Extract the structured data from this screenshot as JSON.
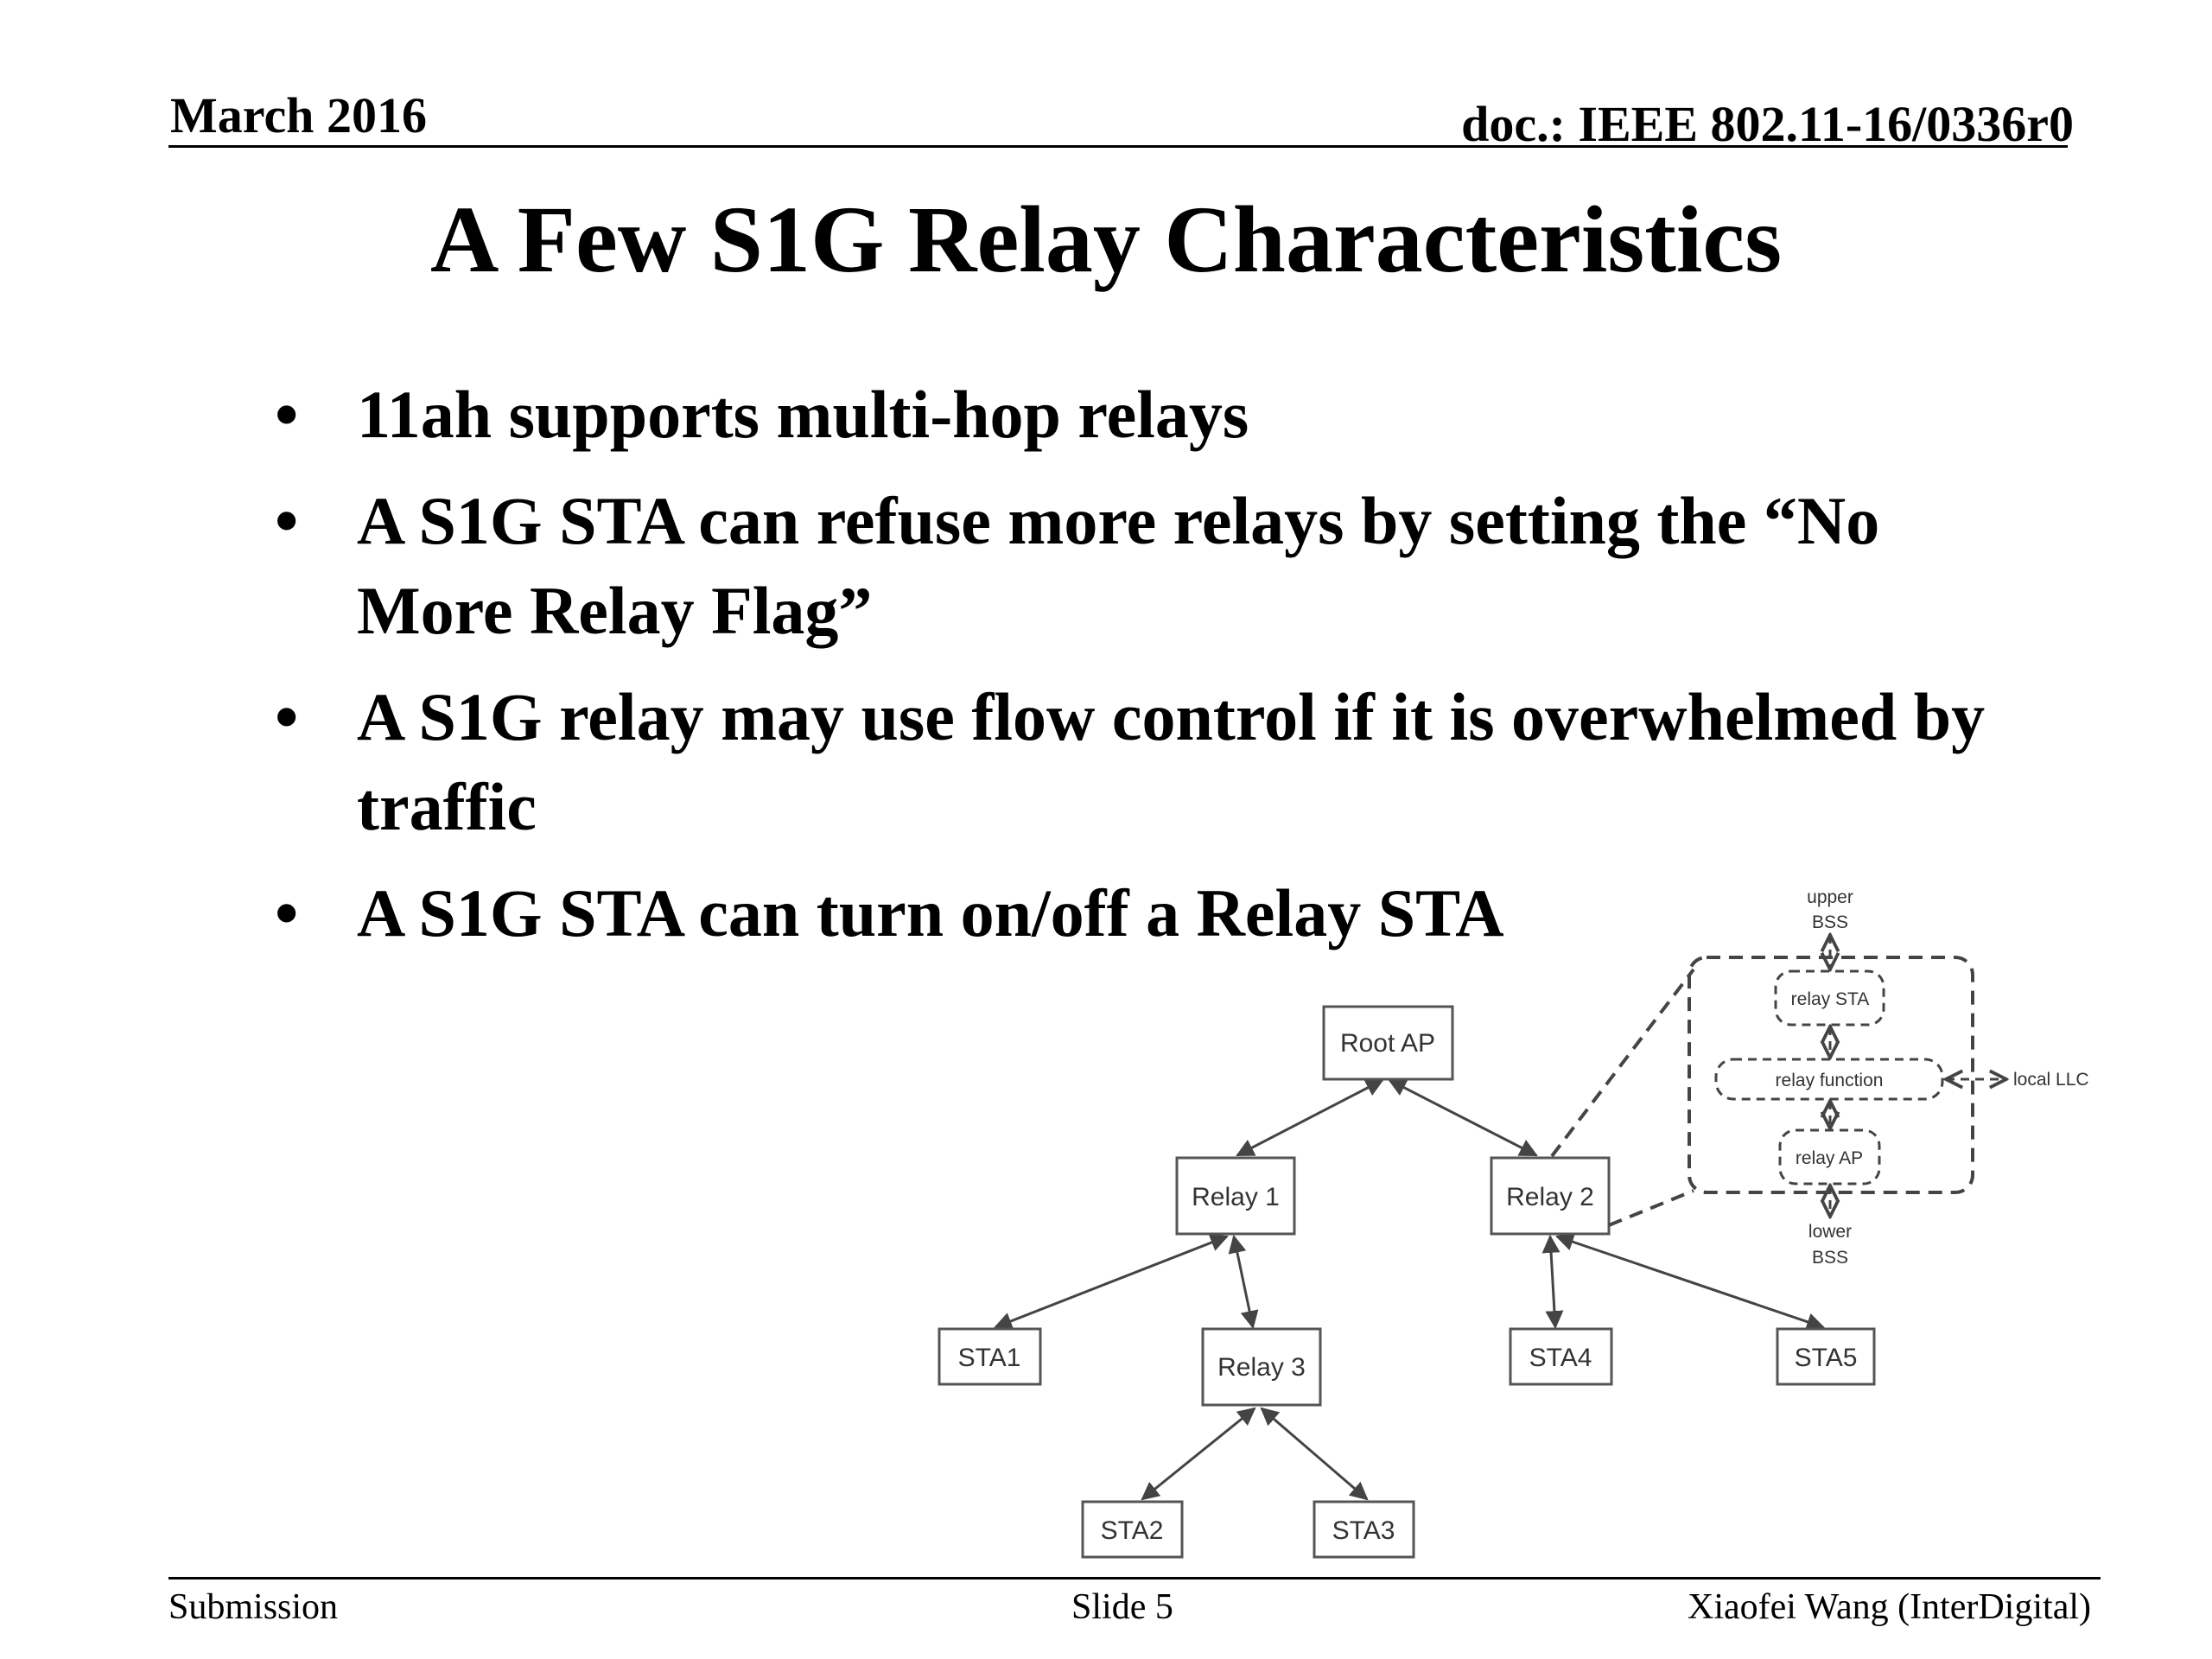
{
  "header": {
    "date": "March 2016",
    "doc_id": "doc.: IEEE 802.11-16/0336r0"
  },
  "slide": {
    "title": "A Few S1G Relay Characteristics",
    "bullet_char": "•",
    "bullets": [
      "11ah supports multi-hop relays",
      "A S1G STA can refuse more relays by setting the “No More Relay Flag”",
      "A S1G relay may use flow control if it is overwhelmed by traffic",
      "A S1G STA can turn on/off a Relay STA"
    ]
  },
  "diagram": {
    "nodes": {
      "root_ap": "Root AP",
      "relay1": "Relay 1",
      "relay2": "Relay 2",
      "relay3": "Relay 3",
      "sta1": "STA1",
      "sta2": "STA2",
      "sta3": "STA3",
      "sta4": "STA4",
      "sta5": "STA5"
    },
    "detail": {
      "upper": "upper",
      "upper_bss": "BSS",
      "relay_sta": "relay STA",
      "relay_function": "relay function",
      "relay_ap": "relay AP",
      "local_llc": "local LLC",
      "lower": "lower",
      "lower_bss": "BSS"
    }
  },
  "footer": {
    "left": "Submission",
    "center": "Slide 5",
    "right": "Xiaofei Wang (InterDigital)"
  }
}
